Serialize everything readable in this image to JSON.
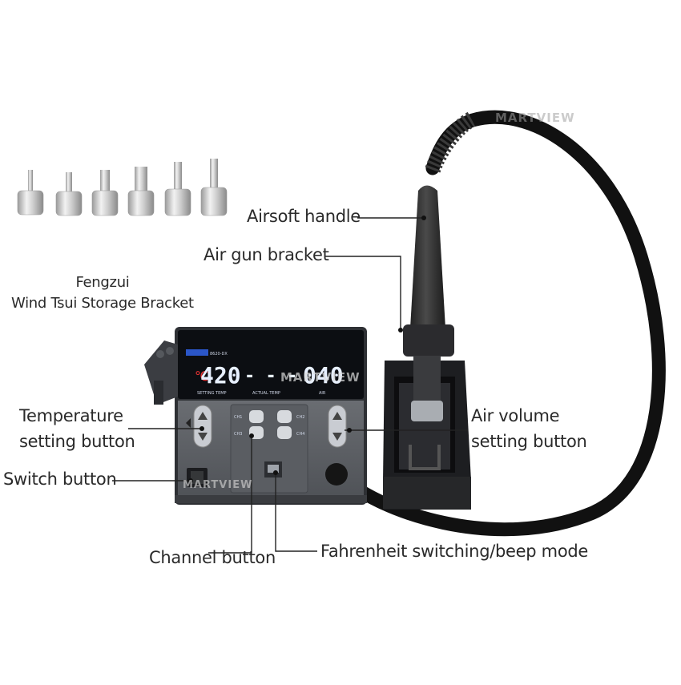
{
  "labels": {
    "airsoft_handle": "Airsoft handle",
    "air_gun_bracket": "Air gun bracket",
    "storage_line1": "Fengzui",
    "storage_line2": "Wind Tsui Storage Bracket",
    "temperature_line1": "Temperature",
    "temperature_line2": "setting button",
    "air_volume_line1": "Air volume",
    "air_volume_line2": "setting button",
    "switch_button": "Switch button",
    "channel_button": "Channel button",
    "fahrenheit": "Fahrenheit switching/beep mode"
  },
  "display": {
    "set_temp": "420",
    "actual_temp": "- - -",
    "air": "040",
    "model": "8620-DX",
    "ch1": "CH1",
    "ch2": "CH2",
    "ch3": "CH3",
    "ch4": "CH4",
    "setting_temp_caption": "SETTING TEMP",
    "actual_temp_caption": "ACTUAL TEMP",
    "air_caption": "AIR",
    "temp_unit": "℃"
  },
  "watermark": {
    "brand": "MARTVIEW"
  },
  "nozzles": {
    "count": 6
  }
}
